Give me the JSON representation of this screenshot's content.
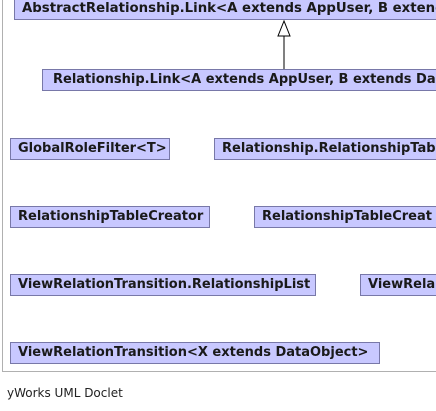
{
  "boxes": {
    "abstract_link": "AbstractRelationship.Link<A extends AppUser, B extends",
    "relationship_link": "Relationship.Link<A extends AppUser, B extends Da",
    "global_role_filter": "GlobalRoleFilter<T>",
    "relationship_table_partial": "Relationship.RelationshipTab",
    "relationship_table_creator": "RelationshipTableCreator",
    "relationship_table_creator_partial": "RelationshipTableCreat",
    "relationship_list": "ViewRelationTransition.RelationshipList",
    "view_rela_partial": "ViewRela",
    "view_relation_transition": "ViewRelationTransition<X extends DataObject>"
  },
  "footer": {
    "text": "yWorks UML Doclet"
  },
  "colors": {
    "box_fill": "#c8c8ff",
    "box_border": "#7878a8",
    "frame_border": "#b0b0b0"
  }
}
